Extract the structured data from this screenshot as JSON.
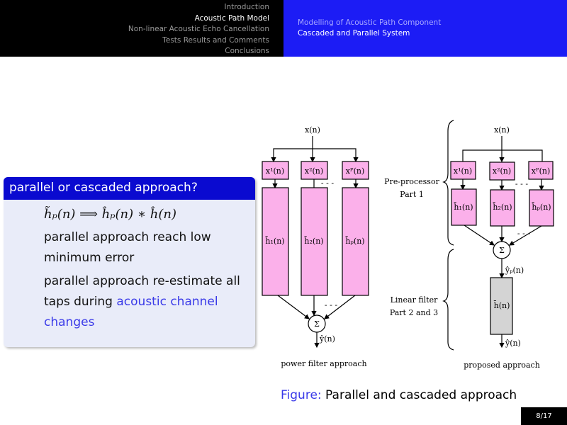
{
  "nav": {
    "sections": [
      "Introduction",
      "Acoustic Path Model",
      "Non-linear Acoustic Echo Cancellation",
      "Tests Results and Comments",
      "Conclusions"
    ],
    "current": 1
  },
  "header": {
    "section": "Modelling of Acoustic Path Component",
    "subsection": "Cascaded and Parallel System"
  },
  "block": {
    "title": "parallel or cascaded approach?",
    "formula": "h̃ₚ(n) ⟹ ĥₚ(n) ∗ ĥ(n)",
    "items": [
      "parallel approach reach low minimum error",
      "parallel approach re-estimate all taps during "
    ],
    "highlight": "acoustic channel changes"
  },
  "diagram": {
    "input": "x(n)",
    "powers": [
      "x¹(n)",
      "x²(n)",
      "xᴾ(n)"
    ],
    "filters": [
      "h̄₁(n)",
      "h̄₂(n)",
      "h̄ₚ(n)"
    ],
    "sum": "Σ",
    "output": "ŷ(n)",
    "partial_output": "ŷₚ(n)",
    "linear": "h̄(n)",
    "dots": "- - -",
    "pre_label": [
      "Pre-processor",
      "Part 1"
    ],
    "lin_label": [
      "Linear filter",
      "Part 2 and 3"
    ],
    "left_caption": "power filter approach",
    "right_caption": "proposed approach"
  },
  "figure": {
    "label": "Figure:",
    "caption": "Parallel and cascaded approach"
  },
  "page": "8/17"
}
